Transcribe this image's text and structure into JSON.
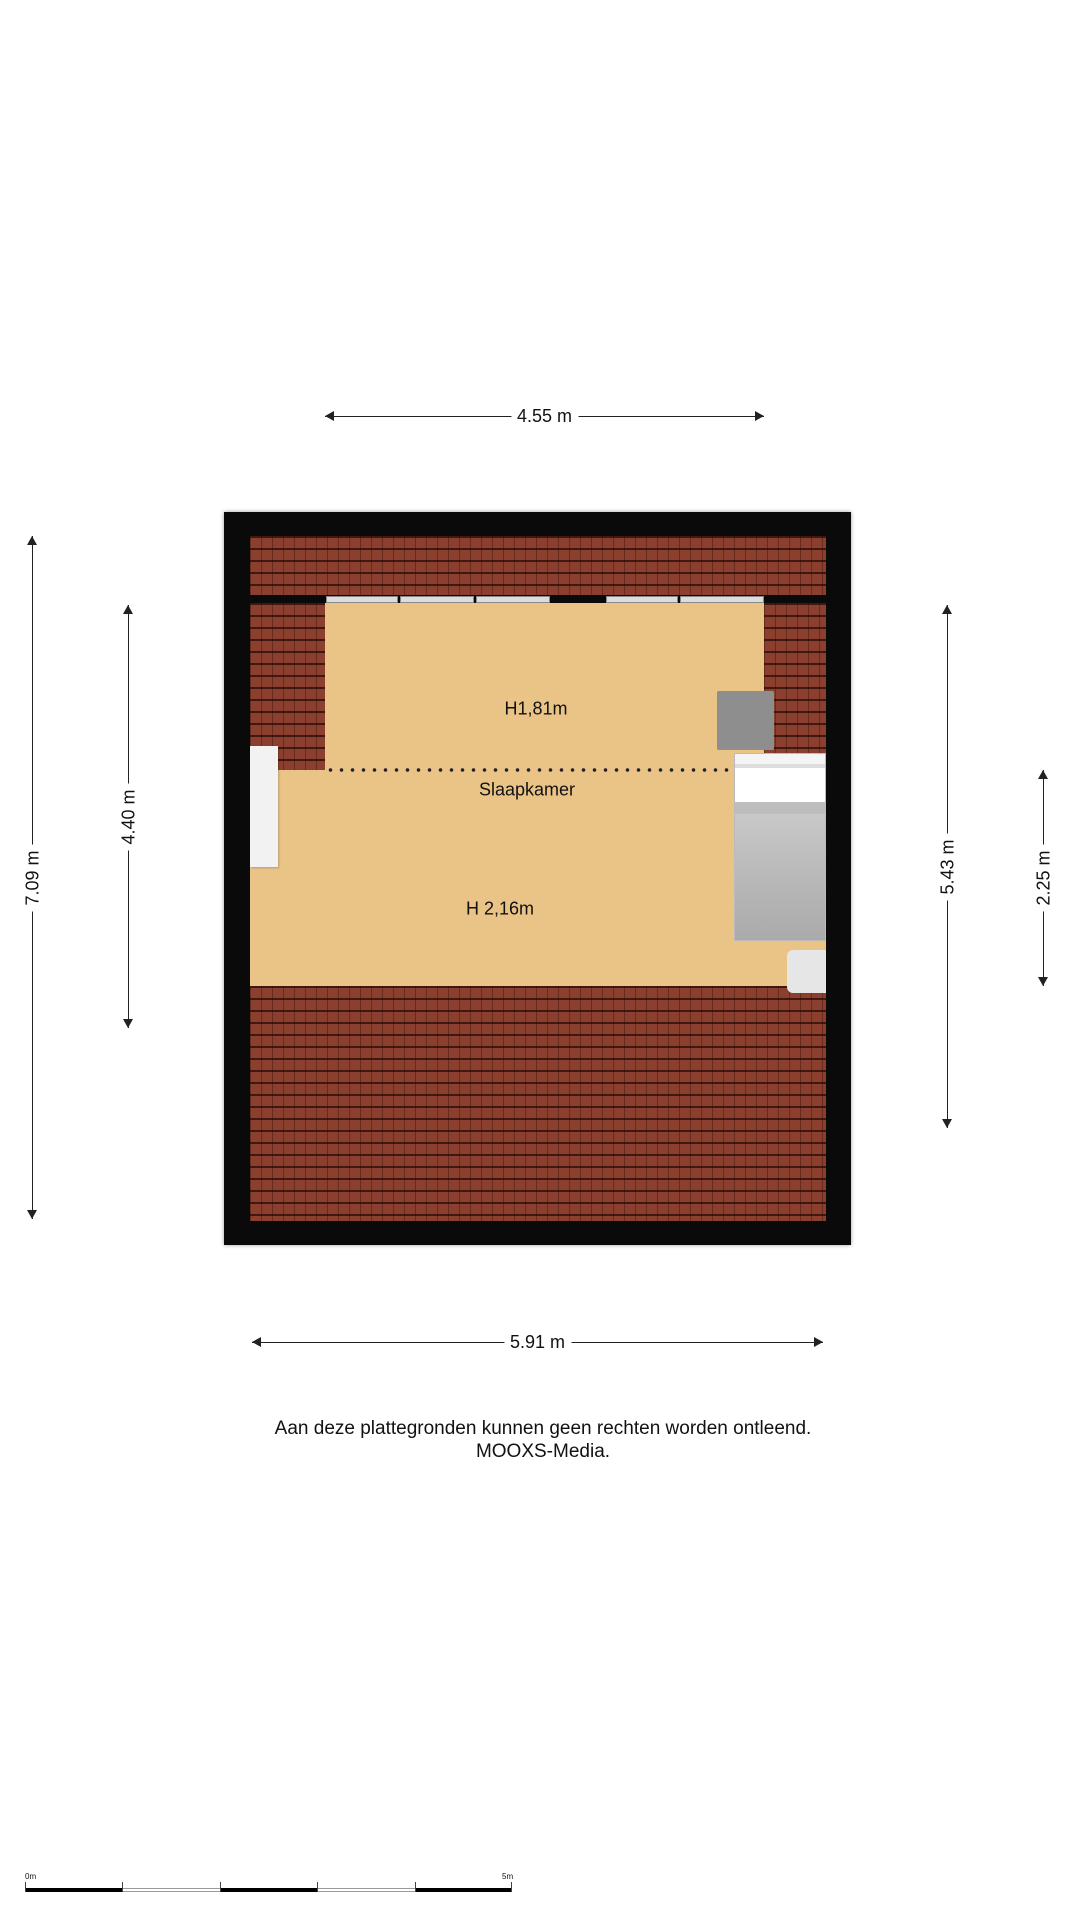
{
  "dimensions": {
    "top": "4.55 m",
    "bottom": "5.91 m",
    "left_outer": "7.09 m",
    "left_inner": "4.40 m",
    "right_outer": "5.43 m",
    "right_inner": "2.25 m"
  },
  "rooms": {
    "name": "Slaapkamer",
    "height_upper": "H1,81m",
    "height_lower": "H 2,16m"
  },
  "footer": {
    "disclaimer": "Aan deze plattegronden kunnen geen rechten worden ontleend.",
    "credit": "MOOXS-Media."
  },
  "scale_bar": {
    "start": "0m",
    "end": "5m"
  },
  "colors": {
    "roof_tiles": "#8b3f2f",
    "floor": "#eac487",
    "walls": "#0a0a0a"
  }
}
